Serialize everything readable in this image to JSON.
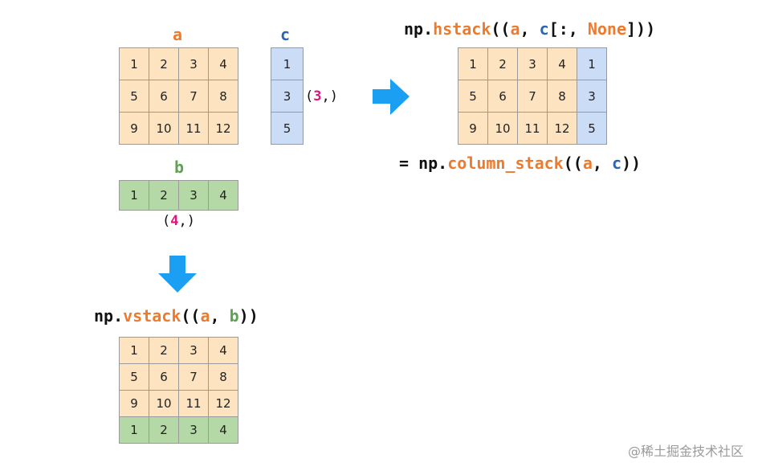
{
  "labels": {
    "a": "a",
    "b": "b",
    "c": "c"
  },
  "matrix_a": [
    [
      "1",
      "2",
      "3",
      "4"
    ],
    [
      "5",
      "6",
      "7",
      "8"
    ],
    [
      "9",
      "10",
      "11",
      "12"
    ]
  ],
  "vector_b": [
    "1",
    "2",
    "3",
    "4"
  ],
  "vector_c": [
    "1",
    "3",
    "5"
  ],
  "shape_c": {
    "open": "(",
    "num": "3",
    "close": ",)"
  },
  "shape_b": {
    "open": "(",
    "num": "4",
    "close": ",)"
  },
  "hstack": {
    "p1": "np.",
    "fn": "hstack",
    "p2": "((",
    "a": "a",
    "p3": ", ",
    "c": "c",
    "p4": "[:, ",
    "none": "None",
    "p5": "]))",
    "result": [
      [
        "1",
        "2",
        "3",
        "4",
        "1"
      ],
      [
        "5",
        "6",
        "7",
        "8",
        "3"
      ],
      [
        "9",
        "10",
        "11",
        "12",
        "5"
      ]
    ]
  },
  "column_stack": {
    "p1": "= np.",
    "fn": "column_stack",
    "p2": "((",
    "a": "a",
    "p3": ", ",
    "c": "c",
    "p4": "))"
  },
  "vstack": {
    "p1": "np.",
    "fn": "vstack",
    "p2": "((",
    "a": "a",
    "p3": ", ",
    "b": "b",
    "p4": "))",
    "result": [
      [
        "1",
        "2",
        "3",
        "4"
      ],
      [
        "5",
        "6",
        "7",
        "8"
      ],
      [
        "9",
        "10",
        "11",
        "12"
      ],
      [
        "1",
        "2",
        "3",
        "4"
      ]
    ]
  },
  "watermark": "@稀土掘金技术社区",
  "colors": {
    "orange": "#f07a2b",
    "blue": "#2b65b4",
    "green": "#5fa352",
    "magenta": "#e0147a",
    "arrow": "#1a9ff2"
  }
}
